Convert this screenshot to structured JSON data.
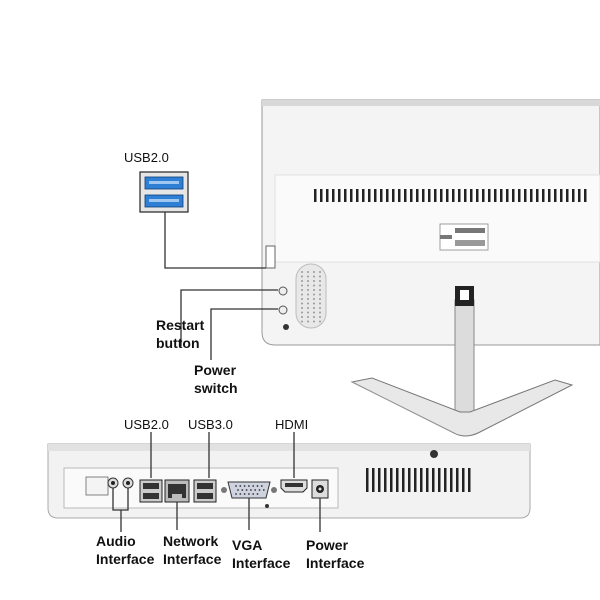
{
  "labels": {
    "usb20_side": "USB2.0",
    "restart": "Restart\nbutton",
    "power_switch": "Power\nswitch",
    "usb20_bottom": "USB2.0",
    "usb30_bottom": "USB3.0",
    "hdmi": "HDMI",
    "audio": "Audio\nInterface",
    "network": "Network\nInterface",
    "vga": "VGA\nInterface",
    "power_interface": "Power\nInterface"
  },
  "colors": {
    "usb_blue": "#2f7fd4",
    "panel_white": "#f3f3f3",
    "outline": "#222222"
  }
}
